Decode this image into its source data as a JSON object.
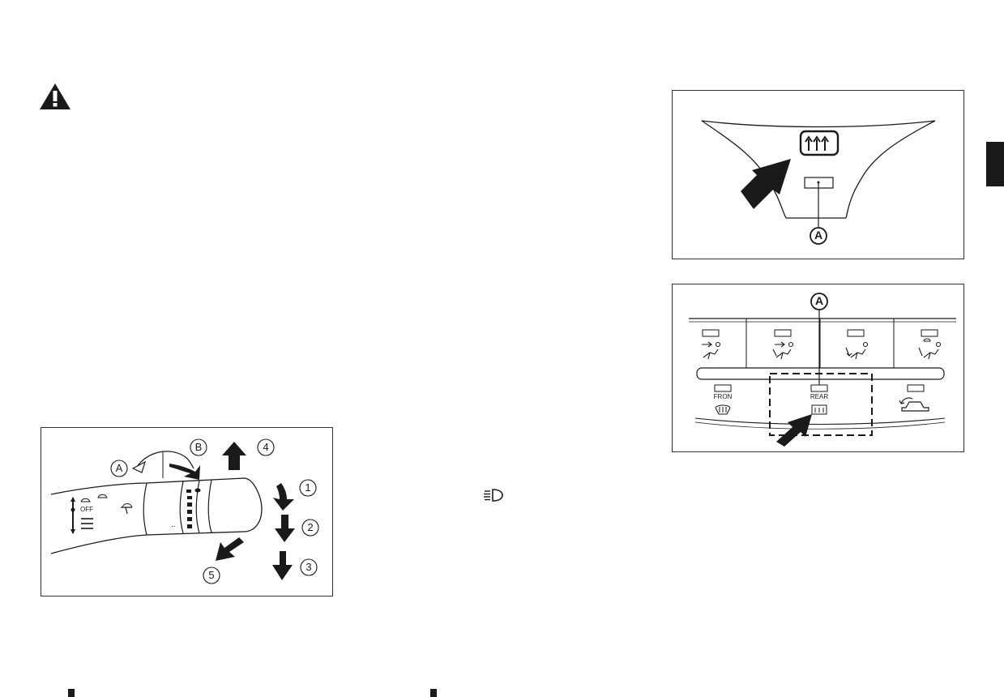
{
  "warning_icon": {
    "icon": "warning-triangle-icon"
  },
  "headlight_icon": {
    "icon": "headlight-indicator-icon"
  },
  "wiper_figure": {
    "callouts": {
      "a": "A",
      "b": "B",
      "n1": "1",
      "n2": "2",
      "n3": "3",
      "n4": "4",
      "n5": "5"
    },
    "dial_labels": {
      "off": "OFF"
    }
  },
  "defroster_panel_figure": {
    "callout": "A",
    "icon": "rear-defroster-icon"
  },
  "climate_panel_figure": {
    "callout": "A",
    "labels": {
      "front": "FRON",
      "rear": "REAR"
    },
    "icons": [
      "face-vent-icon",
      "bi-level-vent-icon",
      "foot-vent-icon",
      "foot-defrost-vent-icon",
      "front-defroster-icon",
      "rear-defroster-icon",
      "recirculation-icon"
    ]
  },
  "colors": {
    "ink": "#1a1a1a",
    "frame": "#333333",
    "tab": "#1a1a1a"
  }
}
